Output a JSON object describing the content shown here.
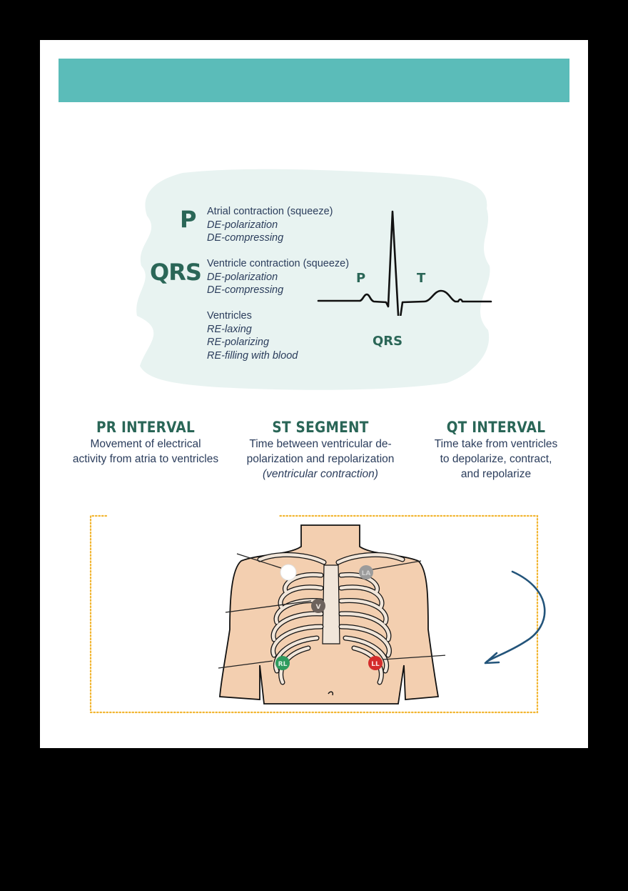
{
  "colors": {
    "banner": "#5bbcb9",
    "heading_green": "#2a6657",
    "body_text": "#2b3d5c",
    "wash": "#e8f3f1",
    "dotted_border": "#f2b632",
    "arrow": "#23547a",
    "skin": "#f3cfb0",
    "electrode_ra": "#ffffff",
    "electrode_la": "#9b9b9b",
    "electrode_v": "#6d625c",
    "electrode_rl": "#2e9b5e",
    "electrode_ll": "#d42b2b"
  },
  "banner": {
    "title": ""
  },
  "waves": [
    {
      "letter": "P",
      "lines": [
        "Atrial contraction (squeeze)",
        "DE-polarization",
        "DE-compressing"
      ]
    },
    {
      "letter": "QRS",
      "lines": [
        "Ventricle contraction (squeeze)",
        "DE-polarization",
        "DE-compressing"
      ]
    },
    {
      "letter": "",
      "lines": [
        "Ventricles",
        "RE-laxing",
        "RE-polarizing",
        "RE-filling with blood"
      ]
    }
  ],
  "ecg_labels": {
    "p": "P",
    "t": "T",
    "qrs": "QRS"
  },
  "intervals": [
    {
      "title": "PR INTERVAL",
      "lines": [
        "Movement of electrical",
        "activity from atria to ventricles"
      ],
      "note": ""
    },
    {
      "title": "ST SEGMENT",
      "lines": [
        "Time between ventricular de-",
        "polarization and repolarization"
      ],
      "note": "(ventricular contraction)"
    },
    {
      "title": "QT INTERVAL",
      "lines": [
        "Time take from ventricles",
        "to depolarize, contract,",
        "and repolarize"
      ],
      "note": ""
    }
  ],
  "electrodes": [
    {
      "id": "ra",
      "label": ""
    },
    {
      "id": "la",
      "label": "LA"
    },
    {
      "id": "v",
      "label": "V"
    },
    {
      "id": "rl",
      "label": "RL"
    },
    {
      "id": "ll",
      "label": "LL"
    }
  ]
}
